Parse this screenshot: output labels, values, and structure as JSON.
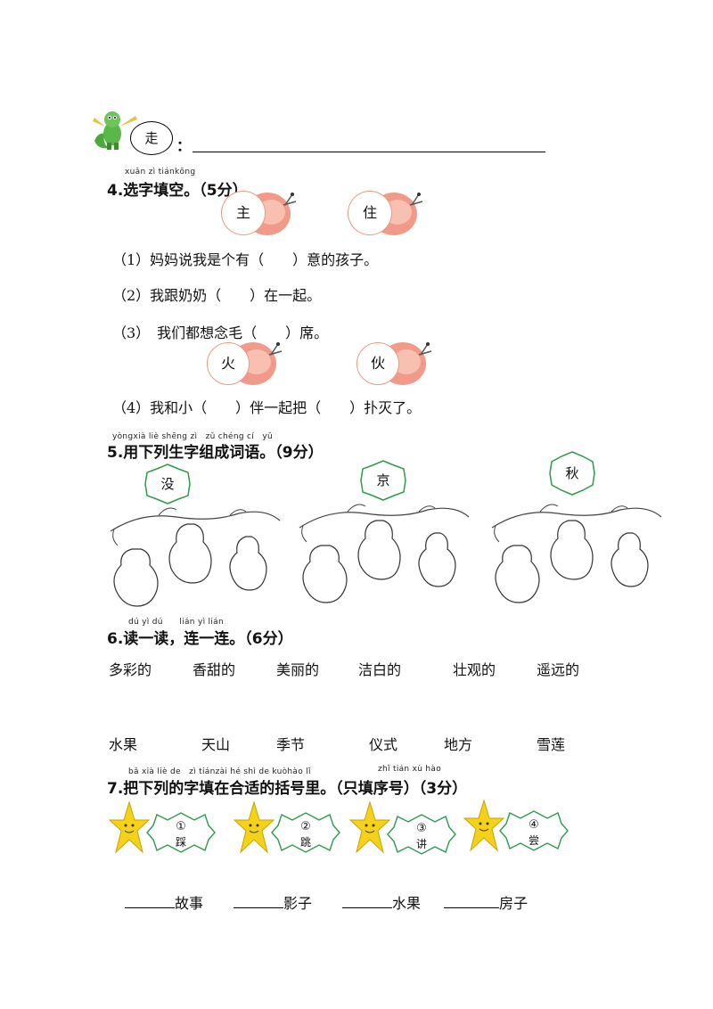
{
  "top": {
    "character": "走",
    "colon": "："
  },
  "q4": {
    "pinyin": "xuǎn zì tiánkōng",
    "title": "4.选字填空。（5分）",
    "choices_a": [
      "主",
      "住"
    ],
    "choices_b": [
      "火",
      "伙"
    ],
    "lines": [
      "（1）妈妈说我是个有（　　）意的孩子。",
      "（2）我跟奶奶（　　）在一起。",
      "（3）　我们都想念毛（　　）席。",
      "（4）我和小（　　）伴一起把（　　）扑灭了。"
    ]
  },
  "q5": {
    "pinyin": "yòngxià liè shēng zì　zǔ chéng cí　yǔ",
    "title": "5.用下列生字组成词语。（9分）",
    "chars": [
      "没",
      "京",
      "秋"
    ]
  },
  "q6": {
    "pinyin": "dú yì dú　　lián yì lián",
    "title": "6.读一读，连一连。（6分）",
    "top_words": [
      "多彩的",
      "香甜的",
      "美丽的",
      "洁白的",
      "壮观的",
      "遥远的"
    ],
    "bottom_words": [
      "水果",
      "天山",
      "季节",
      "仪式",
      "地方",
      "雪莲"
    ]
  },
  "q7": {
    "pinyin1": "bǎ xià liè de　zì tiánzài hé shì de kuòhào lǐ",
    "pinyin2": "zhǐ tián xù hào",
    "title": "7.把下列的字填在合适的括号里。（只填序号）（3分）",
    "options": [
      {
        "num": "①",
        "char": "踩"
      },
      {
        "num": "②",
        "char": "跳"
      },
      {
        "num": "③",
        "char": "讲"
      },
      {
        "num": "④",
        "char": "尝"
      }
    ],
    "blanks": [
      "故事",
      "影子",
      "水果",
      "房子"
    ]
  }
}
